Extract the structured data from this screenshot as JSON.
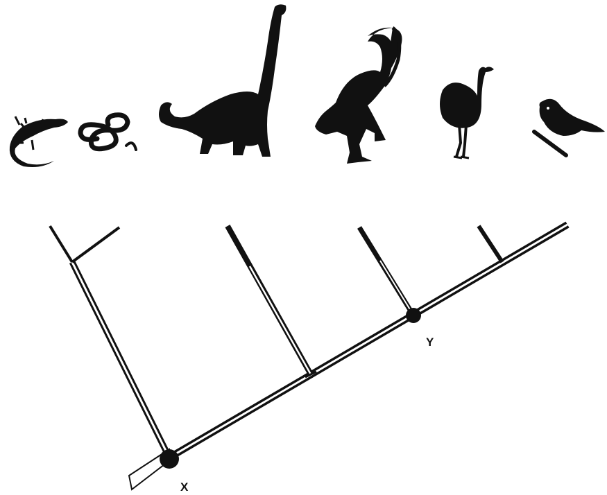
{
  "diagram": {
    "type": "cladogram",
    "taxa": [
      {
        "id": "lizard",
        "icon": "lizard-icon"
      },
      {
        "id": "snake",
        "icon": "snake-icon"
      },
      {
        "id": "sauropod",
        "icon": "sauropod-icon"
      },
      {
        "id": "theropod",
        "icon": "theropod-icon"
      },
      {
        "id": "ostrich",
        "icon": "ostrich-icon"
      },
      {
        "id": "songbird",
        "icon": "songbird-icon"
      }
    ],
    "nodes": [
      {
        "id": "node-x",
        "label": "X"
      },
      {
        "id": "node-y",
        "label": "Y"
      }
    ],
    "colors": {
      "ink": "#111111",
      "paper": "#ffffff"
    }
  }
}
